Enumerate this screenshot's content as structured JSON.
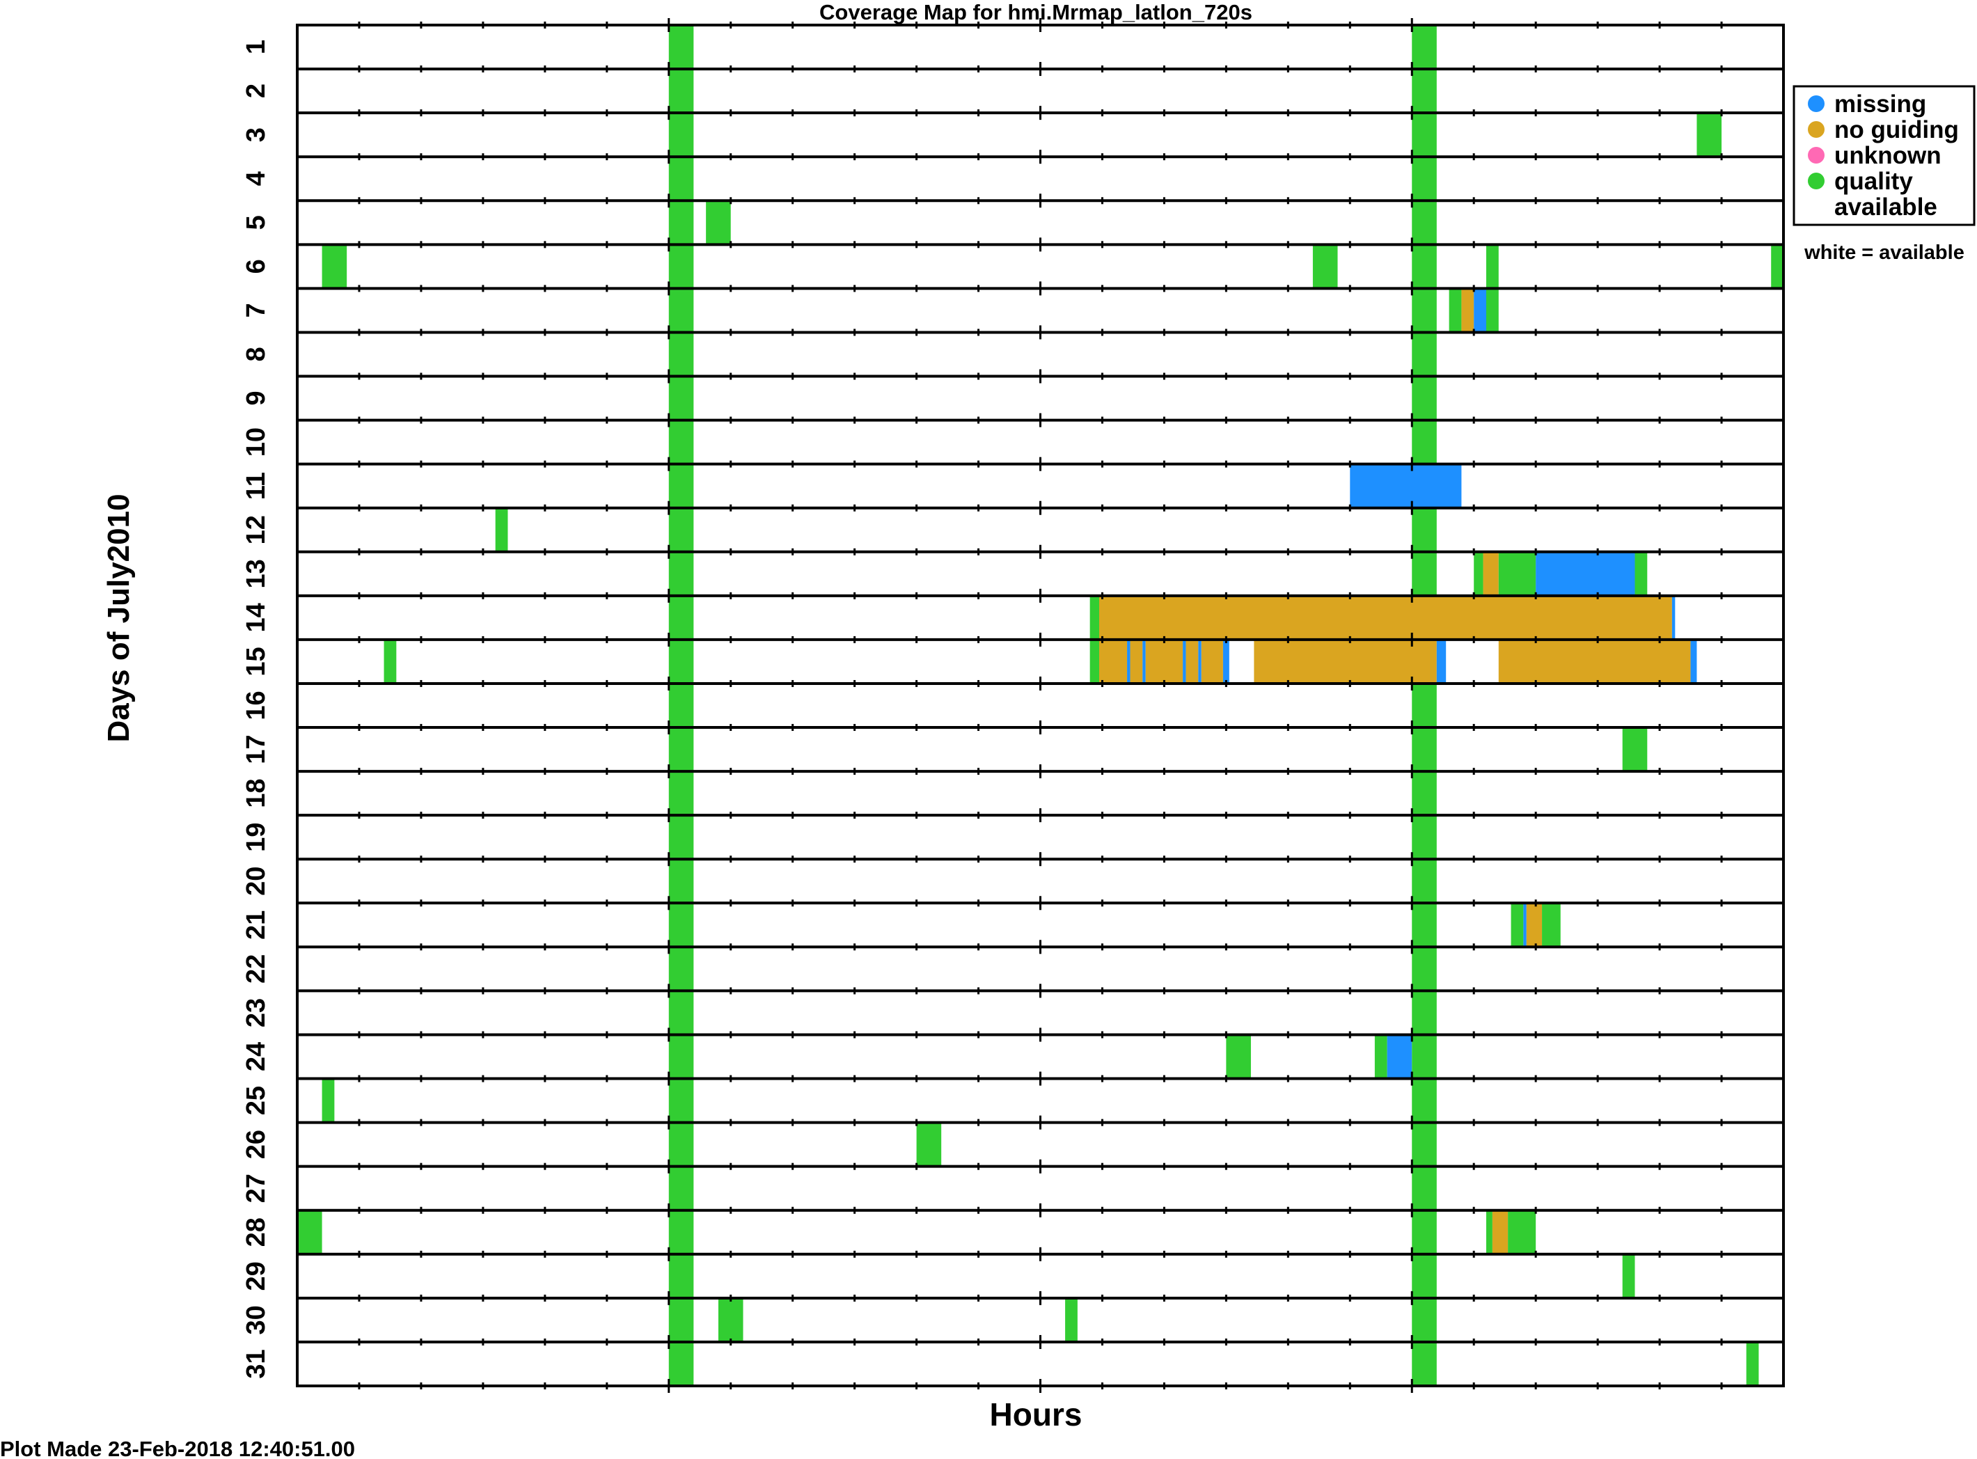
{
  "chart_data": {
    "type": "heatmap",
    "title": "Coverage Map for hmi.Mrmap_latlon_720s",
    "xlabel": "Hours",
    "ylabel": "Days of July2010",
    "xlim": [
      0,
      24
    ],
    "y_categories": [
      "1",
      "2",
      "3",
      "4",
      "5",
      "6",
      "7",
      "8",
      "9",
      "10",
      "11",
      "12",
      "13",
      "14",
      "15",
      "16",
      "17",
      "18",
      "19",
      "20",
      "21",
      "22",
      "23",
      "24",
      "25",
      "26",
      "27",
      "28",
      "29",
      "30",
      "31"
    ],
    "grid": false,
    "legend_position": "top-right",
    "legend": [
      {
        "key": "missing",
        "label": "missing",
        "color": "#1e90ff"
      },
      {
        "key": "no_guiding",
        "label": "no guiding",
        "color": "#daa520"
      },
      {
        "key": "unknown",
        "label": "unknown",
        "color": "#ff69b4"
      },
      {
        "key": "quality",
        "label": "quality available",
        "color": "#32cd32"
      }
    ],
    "legend_note": "white = available",
    "segments": [
      {
        "day": "1",
        "start": 6.0,
        "end": 6.4,
        "status": "quality"
      },
      {
        "day": "1",
        "start": 18.0,
        "end": 18.4,
        "status": "quality"
      },
      {
        "day": "2",
        "start": 6.0,
        "end": 6.4,
        "status": "quality"
      },
      {
        "day": "2",
        "start": 18.0,
        "end": 18.4,
        "status": "quality"
      },
      {
        "day": "3",
        "start": 6.0,
        "end": 6.4,
        "status": "quality"
      },
      {
        "day": "3",
        "start": 18.0,
        "end": 18.4,
        "status": "quality"
      },
      {
        "day": "3",
        "start": 22.6,
        "end": 23.0,
        "status": "quality"
      },
      {
        "day": "4",
        "start": 6.0,
        "end": 6.4,
        "status": "quality"
      },
      {
        "day": "4",
        "start": 18.0,
        "end": 18.4,
        "status": "quality"
      },
      {
        "day": "5",
        "start": 6.0,
        "end": 6.4,
        "status": "quality"
      },
      {
        "day": "5",
        "start": 6.6,
        "end": 7.0,
        "status": "quality"
      },
      {
        "day": "5",
        "start": 18.0,
        "end": 18.4,
        "status": "quality"
      },
      {
        "day": "6",
        "start": 0.4,
        "end": 0.8,
        "status": "quality"
      },
      {
        "day": "6",
        "start": 6.0,
        "end": 6.4,
        "status": "quality"
      },
      {
        "day": "6",
        "start": 16.4,
        "end": 16.8,
        "status": "quality"
      },
      {
        "day": "6",
        "start": 18.0,
        "end": 18.4,
        "status": "quality"
      },
      {
        "day": "6",
        "start": 19.2,
        "end": 19.4,
        "status": "quality"
      },
      {
        "day": "6",
        "start": 23.8,
        "end": 24.0,
        "status": "quality"
      },
      {
        "day": "7",
        "start": 6.0,
        "end": 6.4,
        "status": "quality"
      },
      {
        "day": "7",
        "start": 18.0,
        "end": 18.4,
        "status": "quality"
      },
      {
        "day": "7",
        "start": 18.6,
        "end": 18.8,
        "status": "quality"
      },
      {
        "day": "7",
        "start": 18.8,
        "end": 19.0,
        "status": "no_guiding"
      },
      {
        "day": "7",
        "start": 19.0,
        "end": 19.2,
        "status": "missing"
      },
      {
        "day": "7",
        "start": 19.2,
        "end": 19.4,
        "status": "quality"
      },
      {
        "day": "8",
        "start": 6.0,
        "end": 6.4,
        "status": "quality"
      },
      {
        "day": "8",
        "start": 18.0,
        "end": 18.4,
        "status": "quality"
      },
      {
        "day": "9",
        "start": 6.0,
        "end": 6.4,
        "status": "quality"
      },
      {
        "day": "9",
        "start": 18.0,
        "end": 18.4,
        "status": "quality"
      },
      {
        "day": "10",
        "start": 6.0,
        "end": 6.4,
        "status": "quality"
      },
      {
        "day": "10",
        "start": 18.0,
        "end": 18.4,
        "status": "quality"
      },
      {
        "day": "11",
        "start": 6.0,
        "end": 6.4,
        "status": "quality"
      },
      {
        "day": "11",
        "start": 17.0,
        "end": 18.8,
        "status": "missing"
      },
      {
        "day": "12",
        "start": 3.2,
        "end": 3.4,
        "status": "quality"
      },
      {
        "day": "12",
        "start": 6.0,
        "end": 6.4,
        "status": "quality"
      },
      {
        "day": "12",
        "start": 18.0,
        "end": 18.4,
        "status": "quality"
      },
      {
        "day": "13",
        "start": 6.0,
        "end": 6.4,
        "status": "quality"
      },
      {
        "day": "13",
        "start": 18.0,
        "end": 18.4,
        "status": "quality"
      },
      {
        "day": "13",
        "start": 19.0,
        "end": 19.15,
        "status": "quality"
      },
      {
        "day": "13",
        "start": 19.15,
        "end": 19.4,
        "status": "no_guiding"
      },
      {
        "day": "13",
        "start": 19.4,
        "end": 20.0,
        "status": "quality"
      },
      {
        "day": "13",
        "start": 20.0,
        "end": 21.6,
        "status": "missing"
      },
      {
        "day": "13",
        "start": 21.6,
        "end": 21.8,
        "status": "quality"
      },
      {
        "day": "14",
        "start": 6.0,
        "end": 6.4,
        "status": "quality"
      },
      {
        "day": "14",
        "start": 12.8,
        "end": 12.95,
        "status": "quality"
      },
      {
        "day": "14",
        "start": 12.95,
        "end": 22.2,
        "status": "no_guiding"
      },
      {
        "day": "14",
        "start": 22.2,
        "end": 22.25,
        "status": "missing"
      },
      {
        "day": "15",
        "start": 1.4,
        "end": 1.6,
        "status": "quality"
      },
      {
        "day": "15",
        "start": 6.0,
        "end": 6.4,
        "status": "quality"
      },
      {
        "day": "15",
        "start": 12.8,
        "end": 12.95,
        "status": "quality"
      },
      {
        "day": "15",
        "start": 12.95,
        "end": 13.4,
        "status": "no_guiding"
      },
      {
        "day": "15",
        "start": 13.4,
        "end": 13.45,
        "status": "missing"
      },
      {
        "day": "15",
        "start": 13.45,
        "end": 13.65,
        "status": "no_guiding"
      },
      {
        "day": "15",
        "start": 13.65,
        "end": 13.7,
        "status": "missing"
      },
      {
        "day": "15",
        "start": 13.7,
        "end": 14.3,
        "status": "no_guiding"
      },
      {
        "day": "15",
        "start": 14.3,
        "end": 14.35,
        "status": "missing"
      },
      {
        "day": "15",
        "start": 14.35,
        "end": 14.55,
        "status": "no_guiding"
      },
      {
        "day": "15",
        "start": 14.55,
        "end": 14.6,
        "status": "missing"
      },
      {
        "day": "15",
        "start": 14.6,
        "end": 14.95,
        "status": "no_guiding"
      },
      {
        "day": "15",
        "start": 14.95,
        "end": 15.05,
        "status": "missing"
      },
      {
        "day": "15",
        "start": 15.45,
        "end": 18.4,
        "status": "no_guiding"
      },
      {
        "day": "15",
        "start": 18.4,
        "end": 18.55,
        "status": "missing"
      },
      {
        "day": "15",
        "start": 19.4,
        "end": 22.5,
        "status": "no_guiding"
      },
      {
        "day": "15",
        "start": 22.5,
        "end": 22.6,
        "status": "missing"
      },
      {
        "day": "16",
        "start": 6.0,
        "end": 6.4,
        "status": "quality"
      },
      {
        "day": "16",
        "start": 18.0,
        "end": 18.4,
        "status": "quality"
      },
      {
        "day": "17",
        "start": 6.0,
        "end": 6.4,
        "status": "quality"
      },
      {
        "day": "17",
        "start": 18.0,
        "end": 18.4,
        "status": "quality"
      },
      {
        "day": "17",
        "start": 21.4,
        "end": 21.8,
        "status": "quality"
      },
      {
        "day": "18",
        "start": 6.0,
        "end": 6.4,
        "status": "quality"
      },
      {
        "day": "18",
        "start": 18.0,
        "end": 18.4,
        "status": "quality"
      },
      {
        "day": "19",
        "start": 6.0,
        "end": 6.4,
        "status": "quality"
      },
      {
        "day": "19",
        "start": 18.0,
        "end": 18.4,
        "status": "quality"
      },
      {
        "day": "20",
        "start": 6.0,
        "end": 6.4,
        "status": "quality"
      },
      {
        "day": "20",
        "start": 18.0,
        "end": 18.4,
        "status": "quality"
      },
      {
        "day": "21",
        "start": 6.0,
        "end": 6.4,
        "status": "quality"
      },
      {
        "day": "21",
        "start": 18.0,
        "end": 18.4,
        "status": "quality"
      },
      {
        "day": "21",
        "start": 19.6,
        "end": 19.8,
        "status": "quality"
      },
      {
        "day": "21",
        "start": 19.8,
        "end": 19.85,
        "status": "missing"
      },
      {
        "day": "21",
        "start": 19.85,
        "end": 20.1,
        "status": "no_guiding"
      },
      {
        "day": "21",
        "start": 20.1,
        "end": 20.4,
        "status": "quality"
      },
      {
        "day": "22",
        "start": 6.0,
        "end": 6.4,
        "status": "quality"
      },
      {
        "day": "22",
        "start": 18.0,
        "end": 18.4,
        "status": "quality"
      },
      {
        "day": "23",
        "start": 6.0,
        "end": 6.4,
        "status": "quality"
      },
      {
        "day": "23",
        "start": 18.0,
        "end": 18.4,
        "status": "quality"
      },
      {
        "day": "24",
        "start": 6.0,
        "end": 6.4,
        "status": "quality"
      },
      {
        "day": "24",
        "start": 15.0,
        "end": 15.4,
        "status": "quality"
      },
      {
        "day": "24",
        "start": 17.4,
        "end": 17.6,
        "status": "quality"
      },
      {
        "day": "24",
        "start": 17.6,
        "end": 18.0,
        "status": "missing"
      },
      {
        "day": "24",
        "start": 18.0,
        "end": 18.4,
        "status": "quality"
      },
      {
        "day": "25",
        "start": 0.4,
        "end": 0.6,
        "status": "quality"
      },
      {
        "day": "25",
        "start": 6.0,
        "end": 6.4,
        "status": "quality"
      },
      {
        "day": "25",
        "start": 18.0,
        "end": 18.4,
        "status": "quality"
      },
      {
        "day": "26",
        "start": 6.0,
        "end": 6.4,
        "status": "quality"
      },
      {
        "day": "26",
        "start": 10.0,
        "end": 10.4,
        "status": "quality"
      },
      {
        "day": "26",
        "start": 18.0,
        "end": 18.4,
        "status": "quality"
      },
      {
        "day": "27",
        "start": 6.0,
        "end": 6.4,
        "status": "quality"
      },
      {
        "day": "27",
        "start": 18.0,
        "end": 18.4,
        "status": "quality"
      },
      {
        "day": "28",
        "start": 0.0,
        "end": 0.4,
        "status": "quality"
      },
      {
        "day": "28",
        "start": 6.0,
        "end": 6.4,
        "status": "quality"
      },
      {
        "day": "28",
        "start": 18.0,
        "end": 18.4,
        "status": "quality"
      },
      {
        "day": "28",
        "start": 19.2,
        "end": 19.3,
        "status": "quality"
      },
      {
        "day": "28",
        "start": 19.3,
        "end": 19.55,
        "status": "no_guiding"
      },
      {
        "day": "28",
        "start": 19.55,
        "end": 20.0,
        "status": "quality"
      },
      {
        "day": "29",
        "start": 6.0,
        "end": 6.4,
        "status": "quality"
      },
      {
        "day": "29",
        "start": 18.0,
        "end": 18.4,
        "status": "quality"
      },
      {
        "day": "29",
        "start": 21.4,
        "end": 21.6,
        "status": "quality"
      },
      {
        "day": "30",
        "start": 6.0,
        "end": 6.4,
        "status": "quality"
      },
      {
        "day": "30",
        "start": 6.8,
        "end": 7.2,
        "status": "quality"
      },
      {
        "day": "30",
        "start": 12.4,
        "end": 12.6,
        "status": "quality"
      },
      {
        "day": "30",
        "start": 18.0,
        "end": 18.4,
        "status": "quality"
      },
      {
        "day": "31",
        "start": 6.0,
        "end": 6.4,
        "status": "quality"
      },
      {
        "day": "31",
        "start": 18.0,
        "end": 18.4,
        "status": "quality"
      },
      {
        "day": "31",
        "start": 23.4,
        "end": 23.6,
        "status": "quality"
      }
    ]
  },
  "footer": {
    "plot_made": "Plot Made 23-Feb-2018 12:40:51.00"
  }
}
